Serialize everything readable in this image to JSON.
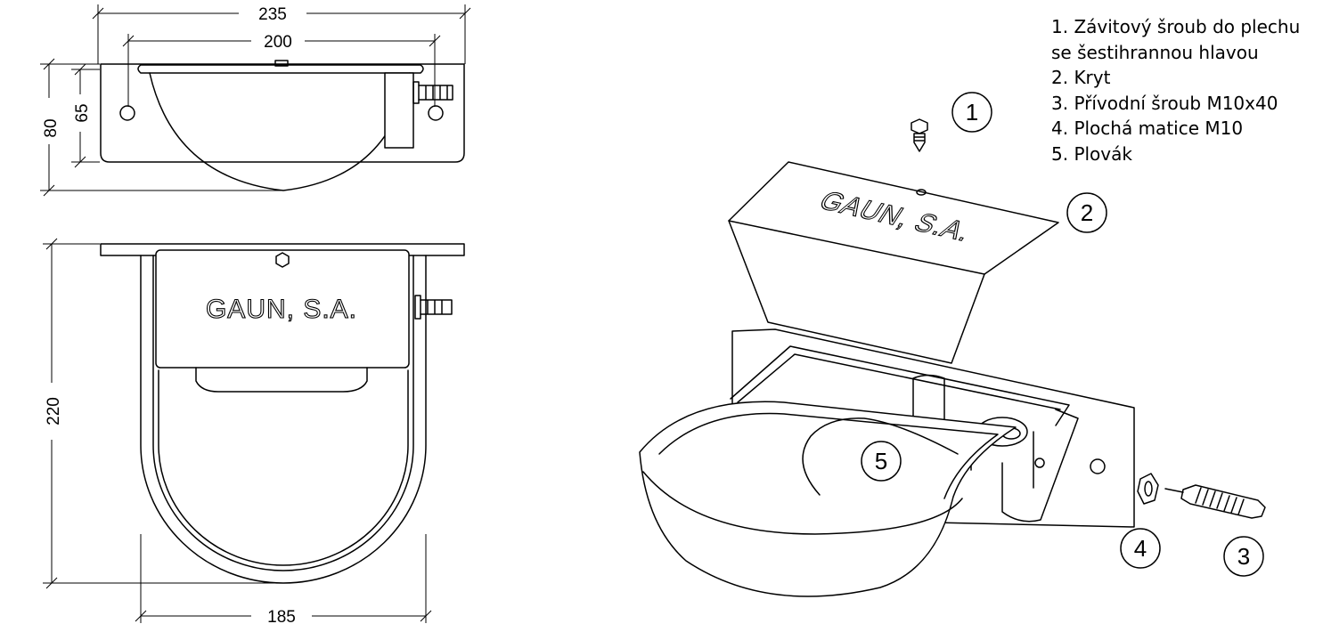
{
  "dimensions": {
    "width_total": "235",
    "width_inner": "200",
    "height_total": "80",
    "height_inner": "65",
    "depth": "220",
    "bowl_width": "185"
  },
  "brand_text": "GAUN, S.A.",
  "brand_text_3d": "GAUN, S.A.",
  "callouts": [
    "1",
    "2",
    "3",
    "4",
    "5"
  ],
  "legend": [
    "1. Závitový šroub do plechu",
    "se šestihrannou hlavou",
    "2. Kryt",
    "3. Přívodní šroub M10x40",
    "4. Plochá matice M10",
    "5. Plovák"
  ]
}
